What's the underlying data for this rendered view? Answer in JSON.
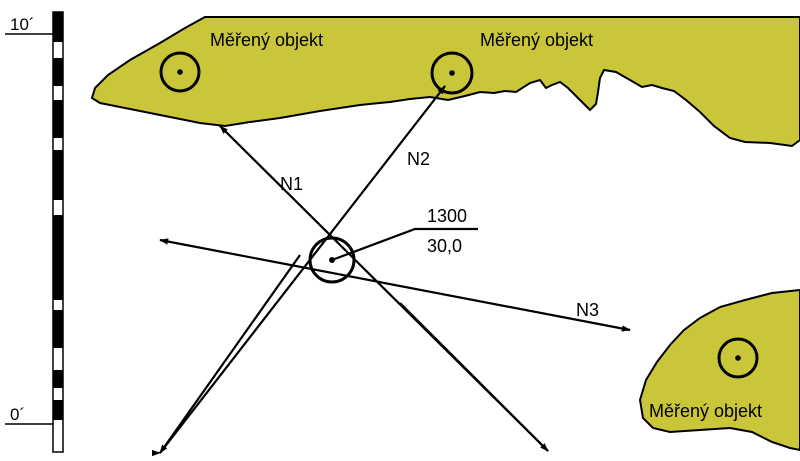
{
  "diagram": {
    "scale": {
      "top_label": "10´",
      "bottom_label": "0´"
    },
    "objects": [
      {
        "label": "Měřený objekt"
      },
      {
        "label": "Měřený objekt"
      },
      {
        "label": "Měřený objekt"
      }
    ],
    "directions": [
      {
        "label": "N1"
      },
      {
        "label": "N2"
      },
      {
        "label": "N3"
      }
    ],
    "station": {
      "number": "1300",
      "height": "30,0"
    },
    "colors": {
      "object_fill": "#c9c63a",
      "line": "#000000"
    }
  }
}
